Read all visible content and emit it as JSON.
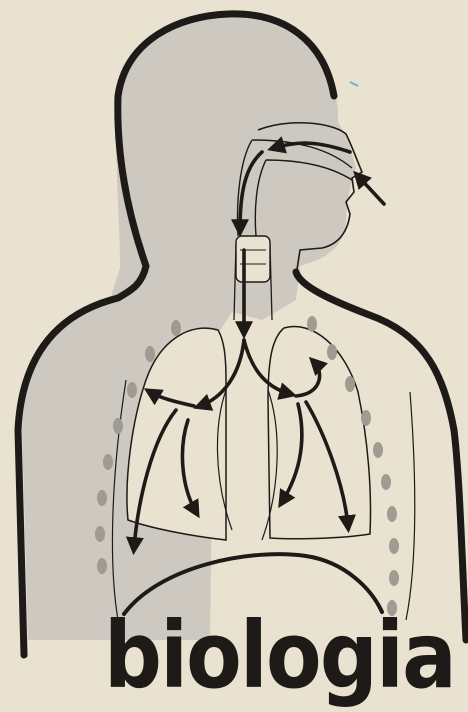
{
  "cover": {
    "title": "biologia",
    "colors": {
      "paper": "#e9e2d1",
      "silhouette_fill": "#cdc9c0",
      "ink": "#1d1a18"
    },
    "icons": [
      "human-silhouette",
      "respiratory-tract",
      "lungs",
      "diaphragm",
      "ribs",
      "airflow-arrows"
    ]
  }
}
